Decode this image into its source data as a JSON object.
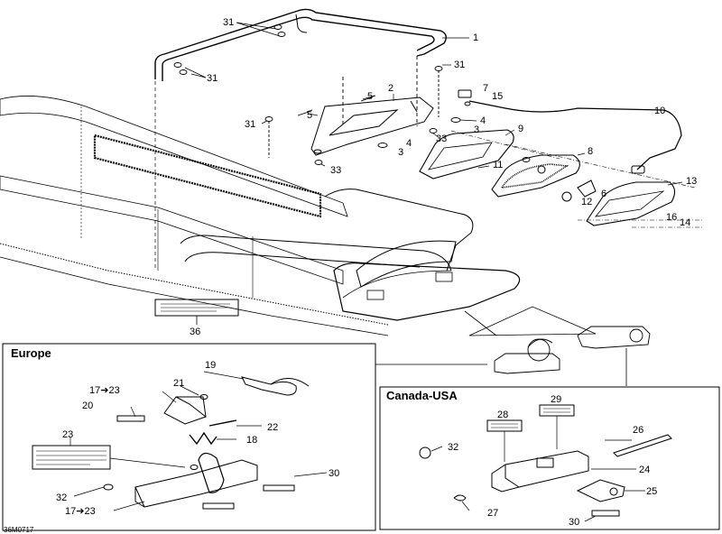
{
  "diagram": {
    "drawing_code": "36M0717",
    "panels": {
      "europe": {
        "title": "Europe"
      },
      "canada": {
        "title": "Canada-USA"
      }
    },
    "callouts": [
      {
        "id": "c31a",
        "text": "31"
      },
      {
        "id": "c1",
        "text": "1"
      },
      {
        "id": "c31b",
        "text": "31"
      },
      {
        "id": "c31c",
        "text": "31"
      },
      {
        "id": "c2",
        "text": "2"
      },
      {
        "id": "c5a",
        "text": "5"
      },
      {
        "id": "c7",
        "text": "7"
      },
      {
        "id": "c15",
        "text": "15"
      },
      {
        "id": "c10",
        "text": "10"
      },
      {
        "id": "c5b",
        "text": "5"
      },
      {
        "id": "c4a",
        "text": "4"
      },
      {
        "id": "c3a",
        "text": "3"
      },
      {
        "id": "c31d",
        "text": "31"
      },
      {
        "id": "c9",
        "text": "9"
      },
      {
        "id": "c33a",
        "text": "33"
      },
      {
        "id": "c4b",
        "text": "4"
      },
      {
        "id": "c3b",
        "text": "3"
      },
      {
        "id": "c8",
        "text": "8"
      },
      {
        "id": "c11",
        "text": "11"
      },
      {
        "id": "c33b",
        "text": "33"
      },
      {
        "id": "c13",
        "text": "13"
      },
      {
        "id": "c6",
        "text": "6"
      },
      {
        "id": "c12",
        "text": "12"
      },
      {
        "id": "c16",
        "text": "16"
      },
      {
        "id": "c14",
        "text": "14"
      },
      {
        "id": "c36",
        "text": "36"
      },
      {
        "id": "c19",
        "text": "19"
      },
      {
        "id": "c21",
        "text": "21"
      },
      {
        "id": "c17a",
        "text": "17➔23"
      },
      {
        "id": "c20",
        "text": "20"
      },
      {
        "id": "c22",
        "text": "22"
      },
      {
        "id": "c18",
        "text": "18"
      },
      {
        "id": "c23",
        "text": "23"
      },
      {
        "id": "c30a",
        "text": "30"
      },
      {
        "id": "c32a",
        "text": "32"
      },
      {
        "id": "c17b",
        "text": "17➔23"
      },
      {
        "id": "c28",
        "text": "28"
      },
      {
        "id": "c29",
        "text": "29"
      },
      {
        "id": "c26",
        "text": "26"
      },
      {
        "id": "c32b",
        "text": "32"
      },
      {
        "id": "c24",
        "text": "24"
      },
      {
        "id": "c25",
        "text": "25"
      },
      {
        "id": "c27",
        "text": "27"
      },
      {
        "id": "c30b",
        "text": "30"
      }
    ]
  }
}
